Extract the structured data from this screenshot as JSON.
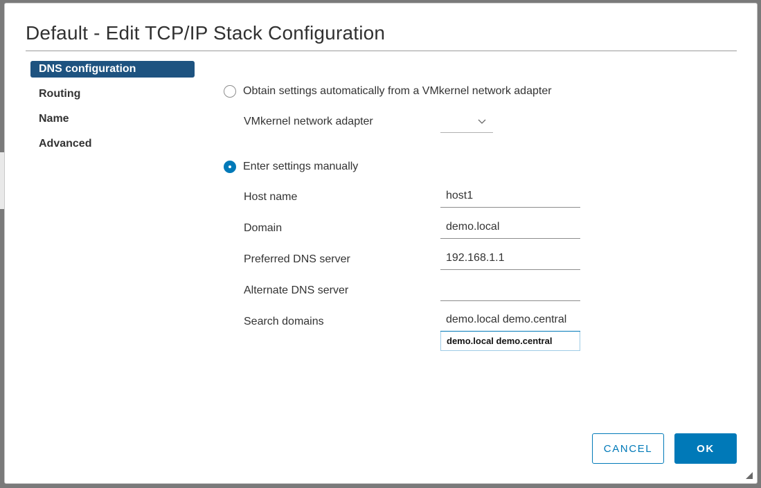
{
  "dialog": {
    "title": "Default - Edit TCP/IP Stack Configuration"
  },
  "nav": {
    "items": [
      {
        "label": "DNS configuration",
        "active": true
      },
      {
        "label": "Routing",
        "active": false
      },
      {
        "label": "Name",
        "active": false
      },
      {
        "label": "Advanced",
        "active": false
      }
    ]
  },
  "dns": {
    "auto_option": {
      "label": "Obtain settings automatically from a VMkernel network adapter",
      "selected": false
    },
    "vmkernel_adapter": {
      "label": "VMkernel network adapter",
      "value": ""
    },
    "manual_option": {
      "label": "Enter settings manually",
      "selected": true
    },
    "fields": {
      "host_name": {
        "label": "Host name",
        "value": "host1"
      },
      "domain": {
        "label": "Domain",
        "value": "demo.local"
      },
      "preferred_dns": {
        "label": "Preferred DNS server",
        "value": "192.168.1.1"
      },
      "alternate_dns": {
        "label": "Alternate DNS server",
        "value": ""
      },
      "search_domains": {
        "label": "Search domains",
        "value": "demo.local demo.central"
      }
    },
    "autocomplete_suggestion": "demo.local demo.central"
  },
  "footer": {
    "cancel_label": "CANCEL",
    "ok_label": "OK"
  },
  "colors": {
    "accent": "#0079b8",
    "nav_active": "#1e5380",
    "text": "#333333"
  },
  "icons": {
    "select_caret": "chevron-down-icon",
    "resize_handle": "resize-grip-icon"
  }
}
